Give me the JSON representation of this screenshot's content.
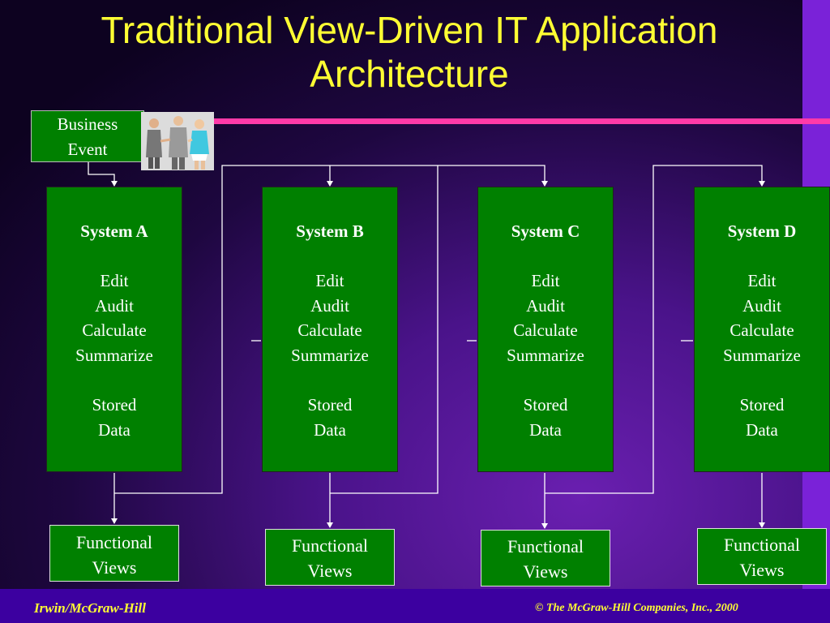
{
  "title": "Traditional View-Driven IT Application Architecture",
  "event": {
    "line1": "Business",
    "line2": "Event"
  },
  "systems": [
    {
      "name": "System A",
      "ops": [
        "Edit",
        "Audit",
        "Calculate",
        "Summarize"
      ],
      "store": [
        "Stored",
        "Data"
      ]
    },
    {
      "name": "System B",
      "ops": [
        "Edit",
        "Audit",
        "Calculate",
        "Summarize"
      ],
      "store": [
        "Stored",
        "Data"
      ]
    },
    {
      "name": "System C",
      "ops": [
        "Edit",
        "Audit",
        "Calculate",
        "Summarize"
      ],
      "store": [
        "Stored",
        "Data"
      ]
    },
    {
      "name": "System D",
      "ops": [
        "Edit",
        "Audit",
        "Calculate",
        "Summarize"
      ],
      "store": [
        "Stored",
        "Data"
      ]
    }
  ],
  "views": [
    {
      "line1": "Functional",
      "line2": "Views"
    },
    {
      "line1": "Functional",
      "line2": "Views"
    },
    {
      "line1": "Functional",
      "line2": "Views"
    },
    {
      "line1": "Functional",
      "line2": "Views"
    }
  ],
  "footer": {
    "left": "Irwin/McGraw-Hill",
    "right": "© The McGraw-Hill Companies, Inc., 2000"
  },
  "colors": {
    "title": "#ffff33",
    "box": "#008000",
    "accent_line": "#ff3aa8",
    "band": "#7a22d8"
  },
  "icons": [
    "business-people-clipart-icon"
  ]
}
